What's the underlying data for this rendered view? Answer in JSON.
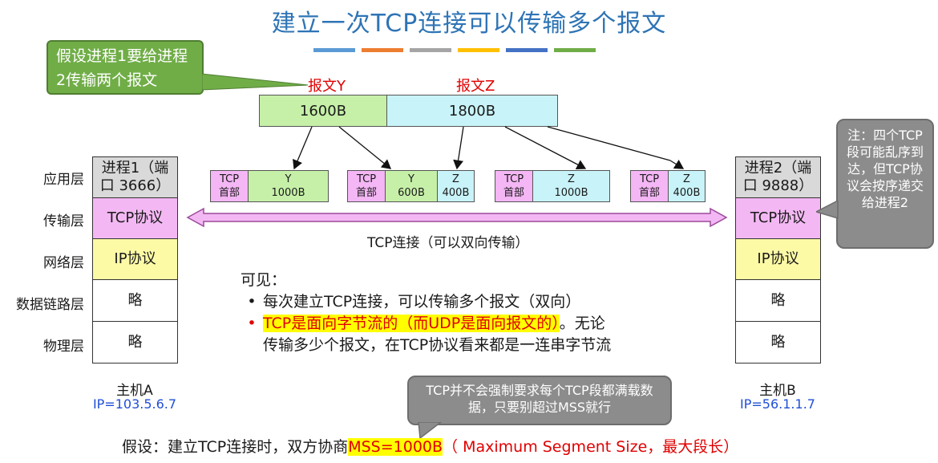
{
  "title": "建立一次TCP连接可以传输多个报文",
  "title_bars": [
    "#5b9bd5",
    "#ed7d31",
    "#a5a5a5",
    "#ffc000",
    "#4472c4",
    "#70ad47"
  ],
  "assumption_callout": "假设进程1要给进程2传输两个报文",
  "messages": {
    "y_label": "报文Y",
    "z_label": "报文Z",
    "y_size": "1600B",
    "z_size": "1800B"
  },
  "segments": [
    {
      "header_l1": "TCP",
      "header_l2": "首部",
      "parts": [
        {
          "l1": "Y",
          "l2": "1000B"
        }
      ]
    },
    {
      "header_l1": "TCP",
      "header_l2": "首部",
      "parts": [
        {
          "l1": "Y",
          "l2": "600B"
        },
        {
          "l1": "Z",
          "l2": "400B"
        }
      ]
    },
    {
      "header_l1": "TCP",
      "header_l2": "首部",
      "parts": [
        {
          "l1": "Z",
          "l2": "1000B"
        }
      ]
    },
    {
      "header_l1": "TCP",
      "header_l2": "首部",
      "parts": [
        {
          "l1": "Z",
          "l2": "400B"
        }
      ]
    }
  ],
  "layers": [
    "应用层",
    "传输层",
    "网络层",
    "数据链路层",
    "物理层"
  ],
  "host_a": {
    "process": "进程1（端口 3666）",
    "transport": "TCP协议",
    "network": "IP协议",
    "link": "略",
    "physical": "略",
    "name": "主机A",
    "ip": "IP=103.5.6.7"
  },
  "host_b": {
    "process": "进程2（端口 9888）",
    "transport": "TCP协议",
    "network": "IP协议",
    "link": "略",
    "physical": "略",
    "name": "主机B",
    "ip": "IP=56.1.1.7"
  },
  "connection_label": "TCP连接（可以双向传输）",
  "order_callout": "注：四个TCP段可能乱序到达，但TCP协议会按序递交给进程2",
  "notes": {
    "intro": "可见：",
    "bullet1": "每次建立TCP连接，可以传输多个报文（双向）",
    "bullet2_highlight": "TCP是面向字节流的（而UDP是面向报文的）",
    "bullet2_rest1": "。无论",
    "bullet2_rest2": "传输多少个报文，在TCP协议看来都是一连串字节流"
  },
  "mss_callout": "TCP并不会强制要求每个TCP段都满载数据，只要别超过MSS就行",
  "bottom": {
    "prefix": "假设：建立TCP连接时，双方协商",
    "mss": "MSS=1000B",
    "suffix": "（ Maximum Segment Size，最大段长）"
  },
  "colors": {
    "title": "#2e74b5",
    "accent_red": "#e00000",
    "ip_blue": "#1f4fd6",
    "highlight": "#ffff00"
  }
}
